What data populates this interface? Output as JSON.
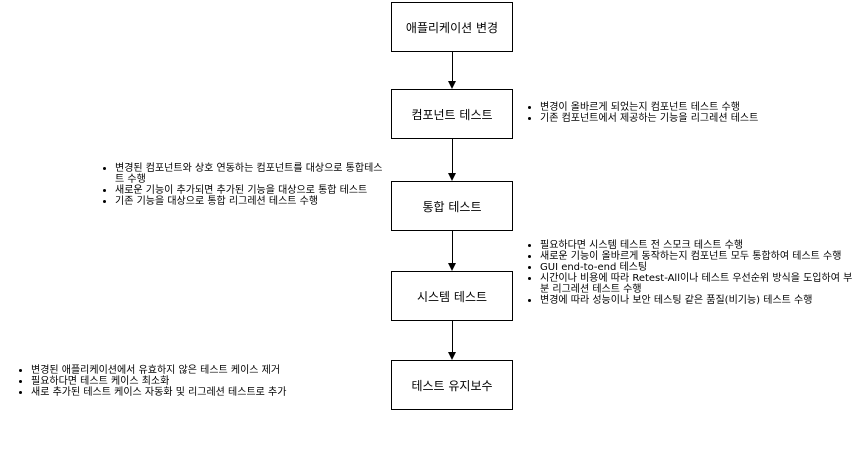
{
  "steps": [
    "애플리케이션 변경",
    "컴포넌트 테스트",
    "통합 테스트",
    "시스템 테스트",
    "테스트 유지보수"
  ],
  "notes": {
    "component": [
      "변경이 올바르게 되었는지 컴포넌트 테스트 수행",
      "기존 컴포넌트에서 제공하는 기능을 리그레션 테스트"
    ],
    "integration": [
      "변경된 컴포넌트와 상호 연동하는 컴포넌트를 대상으로 통합테스트 수행",
      "새로운 기능이 추가되면 추가된 기능을 대상으로 통합 테스트",
      "기존 기능을 대상으로 통합 리그레션 테스트 수행"
    ],
    "system": [
      "필요하다면 시스템 테스트 전 스모크 테스트 수행",
      "새로운 기능이 올바르게 동작하는지 컴포넌트 모두 통합하여 테스트 수행",
      "GUI end-to-end 테스팅",
      "시간이나 비용에 따라 Retest-All이나 테스트 우선순위 방식을 도입하여 부분 리그레션 테스트 수행",
      "변경에 따라 성능이나 보안 테스팅 같은 품질(비기능) 테스트 수행"
    ],
    "maintenance": [
      "변경된 애플리케이션에서 유효하지 않은 테스트 케이스 제거",
      "필요하다면 테스트 케이스 최소화",
      "새로 추가된 테스트 케이스 자동화 및 리그레션 테스트로 추가"
    ]
  }
}
